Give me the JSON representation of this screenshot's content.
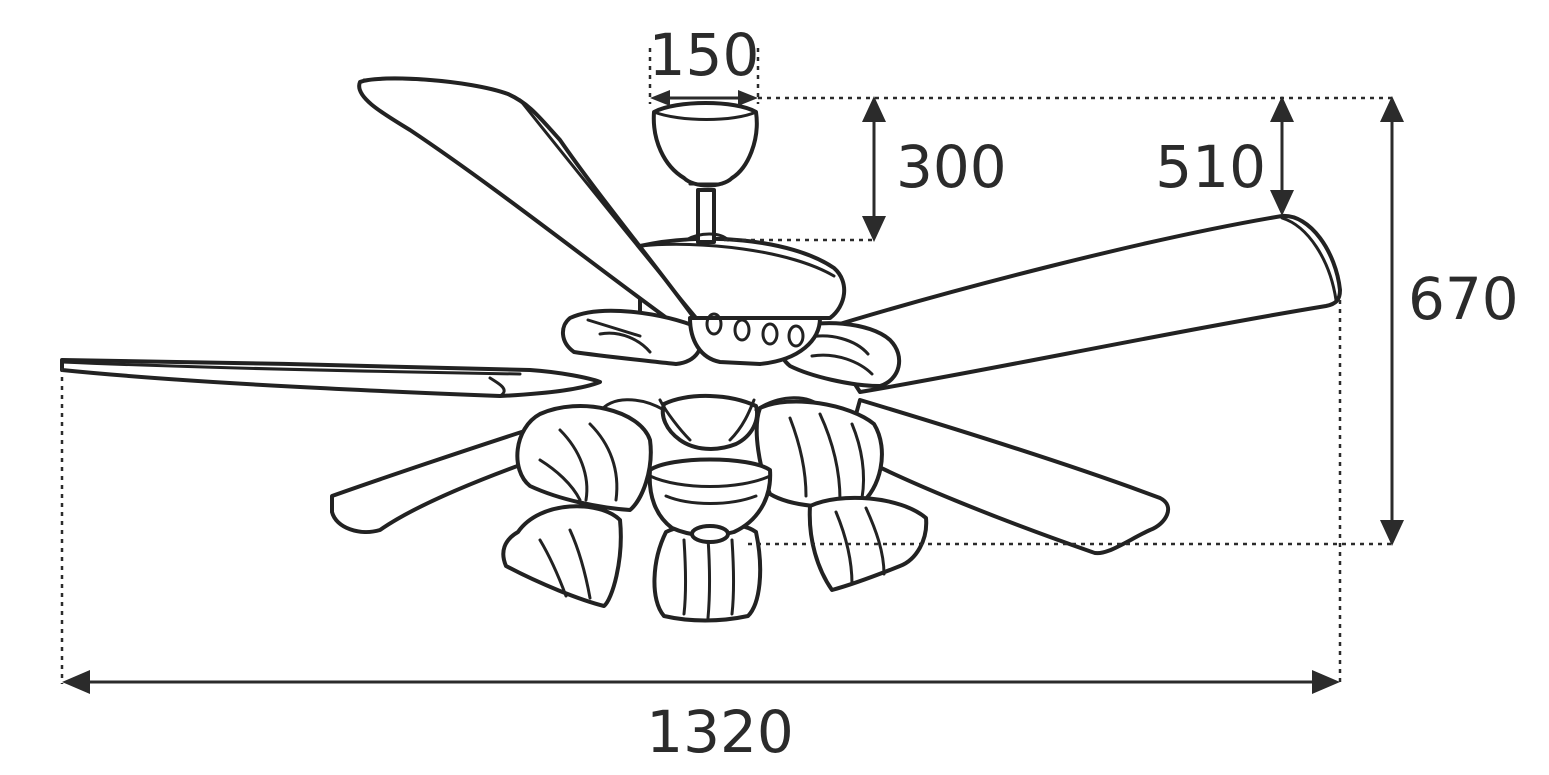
{
  "dimensions": {
    "canopy_width": "150",
    "canopy_drop": "300",
    "blade_drop": "510",
    "total_height": "670",
    "total_width": "1320"
  }
}
